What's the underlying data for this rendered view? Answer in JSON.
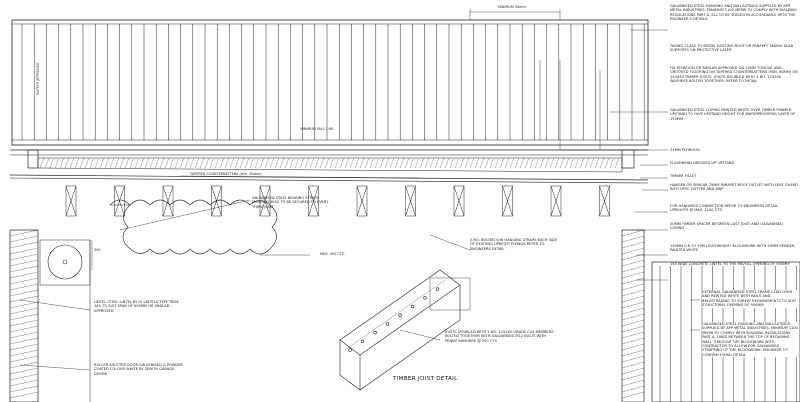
{
  "drawing": {
    "title": "TIMBER JOIST DETAIL",
    "dimensions": {
      "top_min": "MINIMUM 50mm",
      "fall": "MINIMUM FALL 1:80",
      "joist_centres": "MAX. 400 CTS.",
      "lintel_size": "300"
    },
    "labels": {
      "tapered_counterbattens": "TAPERED COUNTERBATTENS (min. 50mm)",
      "rafter_note": "RAFTER APPROVED"
    },
    "notes_right": [
      "GALVANISED STEEL HANGING AND BALLASTINGS SUPPLIED BY APP METAL INDUSTRIES. MINIMUM 1100 MEMB TO COMPLY WITH BUILDING REGULATIONS PART A. ALL TO BE SPACED IN ACCORDANCE WITH THE ENGINEER'S DETAILS",
      "TAKING CLASS TO INSIDE EXISTING ROOF OR PARAPET TAKING SLAB SUPPORTS ON PROTECTIVE LAYER",
      "FIX PLYWOOD OR SIMILAR APPROVED ON 22mm TONGUE AND GROOVED FLOORING ON TAPERED COUNTERBATTENS (min. 50mm) ON 150x50 TIMBER JOISTS. JOISTS DOUBLED WITH 2 No. 12x200 WASHERS BOLTED TOGETHER. REFER TO DETAIL",
      "GALVANISED STEEL COPING PAINTED WHITE OVER TIMBER FRAMED UPSTAND TO GIVE UPSTAND HEIGHT FOR WATERPROOFING LAYER OF 150mm",
      "22mm PLYWOOD",
      "FLASHBAND DRESSED UP UPSTAND",
      "TIMBER FILLET",
      "HANGER OR SIMILAR 75mm PARAPET ROOF OUTLET WITH LEAF GUARD INTO UPVC GUTTER AND RWP",
      "FOR HANGINGS CONNECTION REFER TO ENGINEERS DETAIL. UPRIGHTS @ MAX. 1100 CTS.",
      "20mm TIMBER SPACER BETWEEN LAST JOIST AND GALVANISED COPING",
      "150mm 0.6 TO 70m LIGHTWEIGHT BLOCKWORK WITH 50mm RENDER, PAINTED WHITE",
      "150 WIDE CONCRETE LINTEL TO THE REVEAL OPENING OF 900mm",
      "EXTERNAL GALVANISED STEEL FRAME CLAD OVER AND PAINTED WHITE WITH RAILS AND BALUSTRADING TO SUBMIT REQUIREMENTS TO SUIT STRUCTURAL OPENING OF 900mm",
      "GALVANISED STEEL HANGING AND BALLASTINGS SUPPLIED BY APP METAL INDUSTRIES. MINIMUM 1100 MEMB TO COMPLY WITH BUILDING REGULATIONS PART A. FIXED BETWEEN THE TOP OF RETAINING WALL THROUGH THE BLOCKWORK WITH CONTRACTOR TO ALLOW FOR GALVANISED STRAPPING OF THE BLOCKWORK. ENGINEER TO CONFIRM FIXING DETAIL"
    ],
    "notes_mid": [
      "GALVANISED STEEL BEARING STRAPS MINIMUM 30x5 TO BE SECURED TO EVERY THIRD JOIST",
      "2 No. BOLTED S/W HANGING STRAPS EACH SIDE OF EXISTING UPRIGHT FIXINGS REFER TO ENGINEERS DETAIL",
      "JOISTS DOUBLED WITH 2 No. 12x200 GRADE C24 MEMBERS BOLTED TOGETHER WITH GALVANISED M12 BOLTS WITH PENNY WASHERS @ 200 CTS"
    ],
    "notes_left": [
      "LINTEL STEEL LINTEL BY IG LINTELS TYPE TBGK 140 TO SUIT SPAN OF 900mm OR SIMILAR APPROVED",
      "ROLLER SHUTTER DOOR GALVANISED & POWDER COATED COLOUR WHITE BY ZENITH GARAGE DOORS"
    ]
  }
}
